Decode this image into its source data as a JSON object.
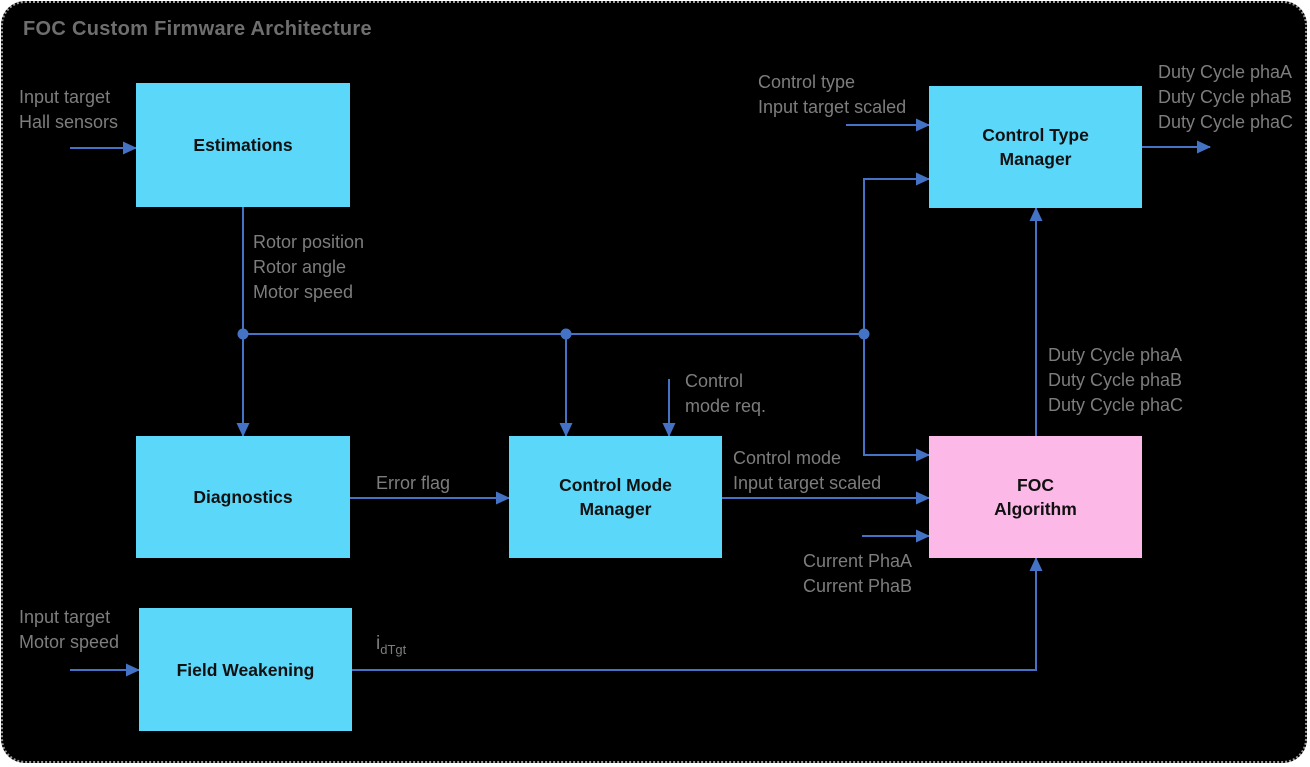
{
  "title": "FOC Custom Firmware Architecture",
  "colors": {
    "background": "#000000",
    "border_dotted": "#9a9a9a",
    "block_cyan": "#5bd7f9",
    "block_pink": "#fcb9e8",
    "connector_blue": "#4472c4",
    "label_gray": "#7d7d7d",
    "title_gray": "#6e6e6e",
    "block_text": "#111111"
  },
  "blocks": {
    "estimations": {
      "lines": [
        "Estimations"
      ]
    },
    "diagnostics": {
      "lines": [
        "Diagnostics"
      ]
    },
    "control_mode_manager": {
      "lines": [
        "Control Mode",
        "Manager"
      ]
    },
    "control_type_manager": {
      "lines": [
        "Control Type",
        "Manager"
      ]
    },
    "foc_algorithm": {
      "lines": [
        "FOC",
        "Algorithm"
      ]
    },
    "field_weakening": {
      "lines": [
        "Field Weakening"
      ]
    }
  },
  "labels": {
    "estimations_inputs": {
      "lines": [
        "Input target",
        "Hall sensors"
      ]
    },
    "estimations_outputs": {
      "lines": [
        "Rotor position",
        "Rotor angle",
        "Motor speed"
      ]
    },
    "control_type_inputs": {
      "lines": [
        "Control type",
        "Input target scaled"
      ]
    },
    "duty_cycle_outputs": {
      "lines": [
        "Duty Cycle phaA",
        "Duty Cycle phaB",
        "Duty Cycle phaC"
      ]
    },
    "control_mode_request": {
      "lines": [
        "Control",
        "mode req."
      ]
    },
    "error_flag": {
      "lines": [
        "Error flag"
      ]
    },
    "control_mode_out": {
      "lines": [
        "Control mode",
        "Input target scaled"
      ]
    },
    "duty_cycle_internal": {
      "lines": [
        "Duty Cycle phaA",
        "Duty Cycle phaB",
        "Duty Cycle phaC"
      ]
    },
    "currents": {
      "lines": [
        "Current PhaA",
        "Current PhaB"
      ]
    },
    "field_weakening_inputs": {
      "lines": [
        "Input target",
        "Motor speed"
      ]
    },
    "id_target": {
      "base": "i",
      "sub": "dTgt"
    }
  }
}
